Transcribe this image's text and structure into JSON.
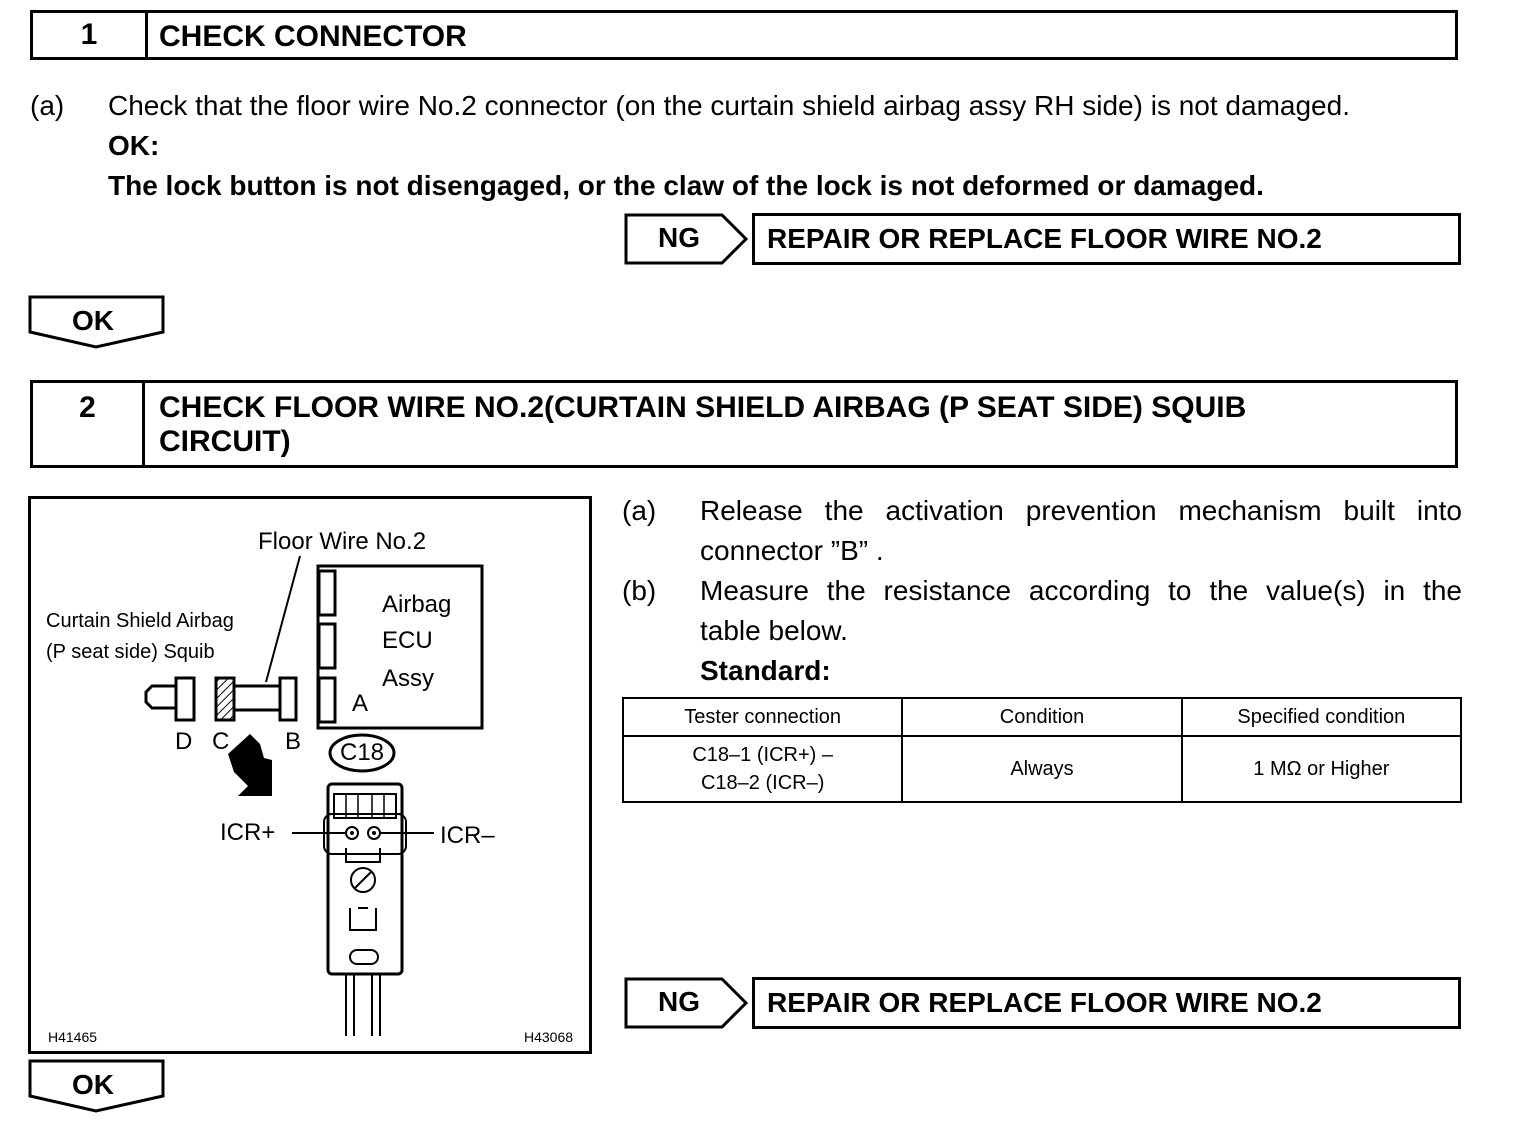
{
  "step1": {
    "number": "1",
    "title": "CHECK CONNECTOR",
    "item_a_marker": "(a)",
    "item_a_text": "Check that the floor wire No.2 connector (on the curtain shield airbag assy RH side) is not damaged.",
    "ok_heading": "OK:",
    "ok_condition": "The lock button is not disengaged, or the claw of the lock is not deformed or damaged.",
    "ng_label": "NG",
    "ng_result": "REPAIR OR REPLACE FLOOR WIRE NO.2",
    "ok_label": "OK"
  },
  "step2": {
    "number": "2",
    "title_line1": "CHECK FLOOR WIRE NO.2(CURTAIN SHIELD AIRBAG (P SEAT SIDE) SQUIB",
    "title_line2": "CIRCUIT)",
    "item_a_marker": "(a)",
    "item_a_line1": "Release the activation prevention mechanism built into",
    "item_a_line2": "connector ”B” .",
    "item_b_marker": "(b)",
    "item_b_line1": "Measure the resistance according to the value(s) in the",
    "item_b_line2": "table below.",
    "standard_heading": "Standard:",
    "table": {
      "headers": [
        "Tester connection",
        "Condition",
        "Specified condition"
      ],
      "rows": [
        {
          "connection_line1": "C18–1 (ICR+) –",
          "connection_line2": "C18–2 (ICR–)",
          "condition": "Always",
          "specified": "1 MΩ or Higher"
        }
      ]
    },
    "ng_label": "NG",
    "ng_result": "REPAIR OR REPLACE FLOOR WIRE NO.2",
    "ok_label": "OK"
  },
  "figure": {
    "floor_wire_label": "Floor Wire No.2",
    "squib_label_line1": "Curtain Shield Airbag",
    "squib_label_line2": "(P seat side) Squib",
    "ecu_line1": "Airbag",
    "ecu_line2": "ECU",
    "ecu_line3": "Assy",
    "connector_a": "A",
    "connector_b": "B",
    "connector_c": "C",
    "connector_d": "D",
    "connector_id": "C18",
    "icr_plus": "ICR+",
    "icr_minus": "ICR–",
    "code_left": "H41465",
    "code_right": "H43068"
  }
}
